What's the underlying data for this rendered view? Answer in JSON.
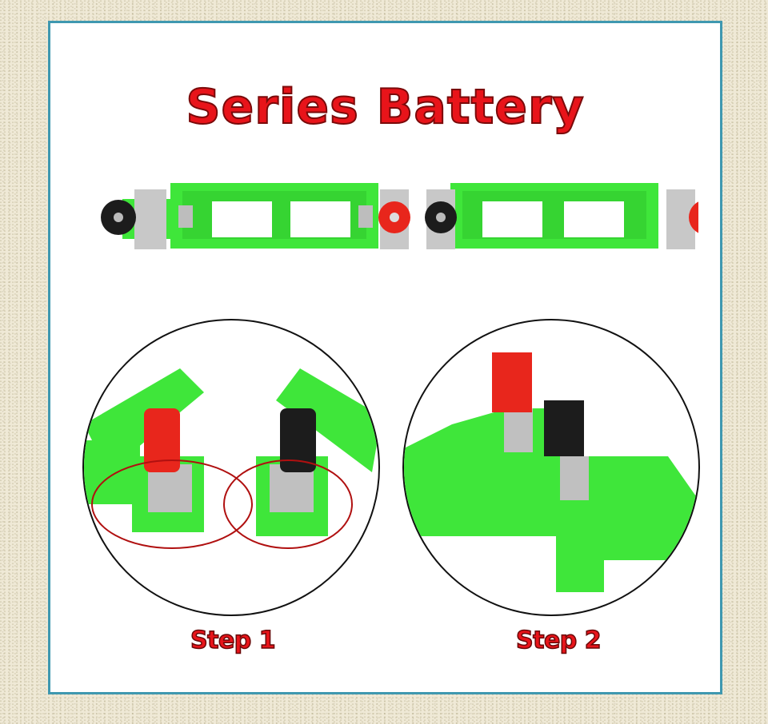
{
  "title": "Series Battery",
  "colors": {
    "title_red": "#e8141a",
    "frame_border": "#3f98b0",
    "plastic_green": "#3fe63a",
    "terminal_red": "#e8261c",
    "terminal_black": "#1c1c1c",
    "background": "#efe9d6"
  },
  "product_image": {
    "description": "Two green battery holders connected in series with black and red terminals"
  },
  "steps": [
    {
      "label": "Step 1",
      "description": "Close-up of red and black terminal clips (circled)"
    },
    {
      "label": "Step 2",
      "description": "Holders joined side by side"
    }
  ]
}
